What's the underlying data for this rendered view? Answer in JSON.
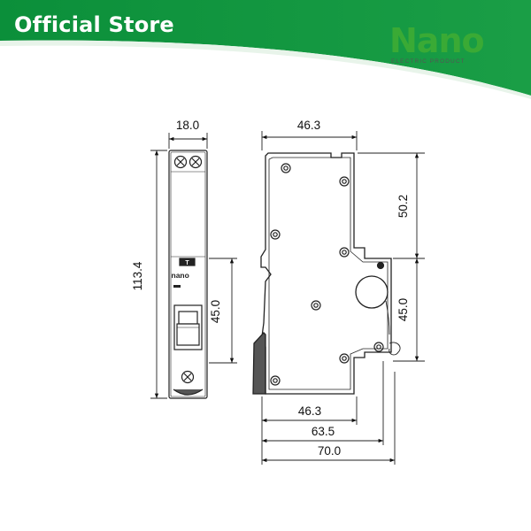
{
  "header": {
    "store_label": "Official Store",
    "brand_name": "Nano",
    "brand_tagline": "ELECTRIC PRODUCT",
    "brand_color": "#3aaa35",
    "banner_color": "#0c8f3c"
  },
  "front_view": {
    "width_label": "18.0",
    "height_label": "113.4",
    "window_label": "45.0",
    "face_mark": "T",
    "face_brand": "nano"
  },
  "side_view": {
    "top_width_label": "46.3",
    "upper_height_label": "50.2",
    "lower_height_label": "45.0",
    "bottom_width_label": "46.3",
    "mid_width_label": "63.5",
    "total_width_label": "70.0"
  }
}
